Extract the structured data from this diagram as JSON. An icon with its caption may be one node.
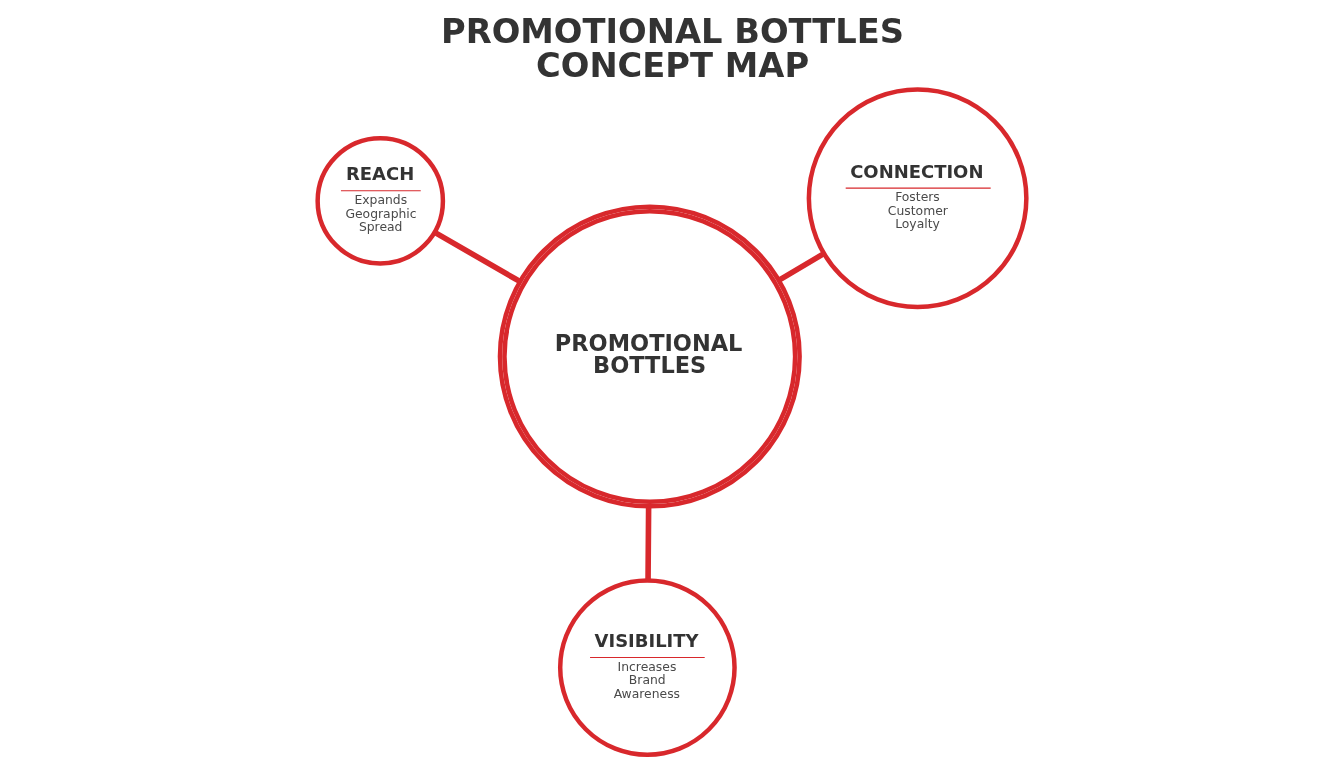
{
  "diagram": {
    "title": "PROMOTIONAL BOTTLES CONCEPT MAP",
    "nodes": [
      {
        "text": [
          "PROMOTIONAL BOTTLES"
        ]
      },
      {
        "text": [
          "REACH",
          "Expands Geographic Spread"
        ]
      },
      {
        "text": [
          "CONNECTION",
          "Fosters Customer Loyalty"
        ]
      },
      {
        "text": [
          "VISIBILITY",
          "Increases Brand Awareness"
        ]
      }
    ],
    "edges": [
      {
        "from": 0,
        "to": 1,
        "arrow": "none"
      },
      {
        "from": 0,
        "to": 2,
        "arrow": "none"
      },
      {
        "from": 0,
        "to": 3,
        "arrow": "none"
      }
    ]
  }
}
